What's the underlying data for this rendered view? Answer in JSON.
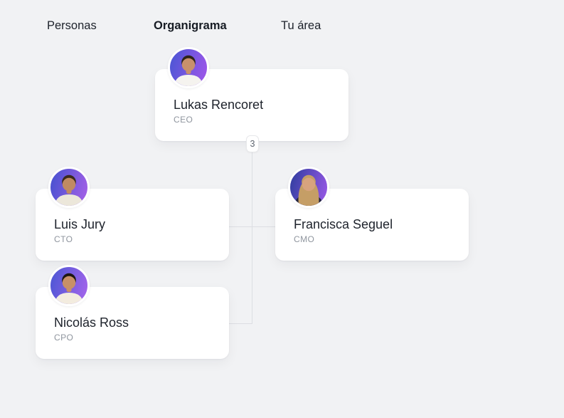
{
  "nav": {
    "tabs": [
      {
        "label": "Personas",
        "active": false
      },
      {
        "label": "Organigrama",
        "active": true
      },
      {
        "label": "Tu área",
        "active": false
      }
    ]
  },
  "org_chart": {
    "direct_reports_badge": "3",
    "connector_color": "#dcdee3",
    "people": [
      {
        "name": "Lukas Rencoret",
        "role": "CEO",
        "avatar": {
          "type": "male",
          "gradient_from": "#4956d4",
          "gradient_to": "#a156ea",
          "hair": "#2e2418",
          "skin": "#c8906c",
          "shirt": "#f5f3ef"
        }
      },
      {
        "name": "Luis Jury",
        "role": "CTO",
        "avatar": {
          "type": "male",
          "gradient_from": "#4451cf",
          "gradient_to": "#a860e8",
          "hair": "#3a2a1c",
          "skin": "#c08a62",
          "shirt": "#ece7da"
        }
      },
      {
        "name": "Francisca Seguel",
        "role": "CMO",
        "avatar": {
          "type": "female",
          "gradient_from": "#2e3d9e",
          "gradient_to": "#9b59e8",
          "hair": "#c59e66",
          "skin": "#d8a37e",
          "shirt": "#23263a"
        }
      },
      {
        "name": "Nicolás Ross",
        "role": "CPO",
        "avatar": {
          "type": "male",
          "gradient_from": "#4956d4",
          "gradient_to": "#a865ec",
          "hair": "#1d1712",
          "skin": "#c89068",
          "shirt": "#f3ecdf"
        }
      }
    ]
  }
}
